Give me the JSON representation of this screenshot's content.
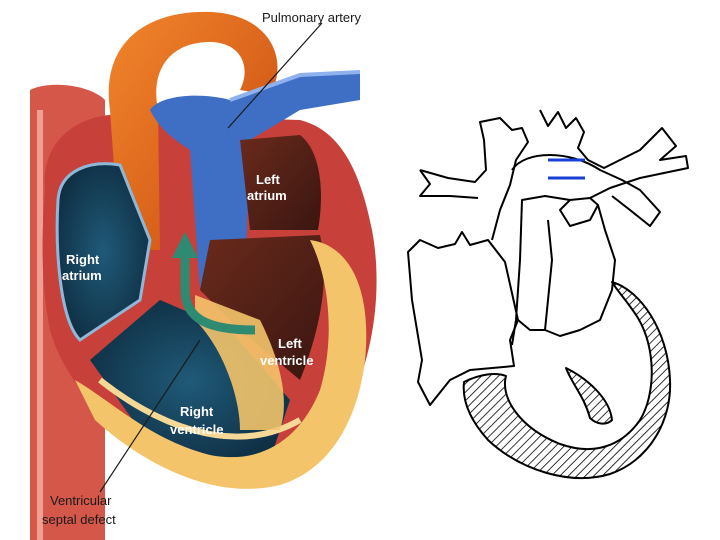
{
  "illustration": {
    "labels": {
      "pulmonary_artery": "Pulmonary artery",
      "left_atrium_1": "Left",
      "left_atrium_2": "atrium",
      "right_atrium_1": "Right",
      "right_atrium_2": "atrium",
      "left_ventricle_1": "Left",
      "left_ventricle_2": "ventricle",
      "right_ventricle_1": "Right",
      "right_ventricle_2": "ventricle",
      "vsd_1": "Ventricular",
      "vsd_2": "septal defect"
    }
  },
  "colors": {
    "aorta": "#e8641c",
    "pulmonary_blue": "#3f6fc4",
    "chamber_dark": "#123a52",
    "muscle_yellow": "#f3c46a",
    "muscle_red": "#c8403a",
    "flow_arrow": "#2f8a72",
    "outline_ink": "#000000",
    "outline_blue": "#1a3fd6"
  }
}
